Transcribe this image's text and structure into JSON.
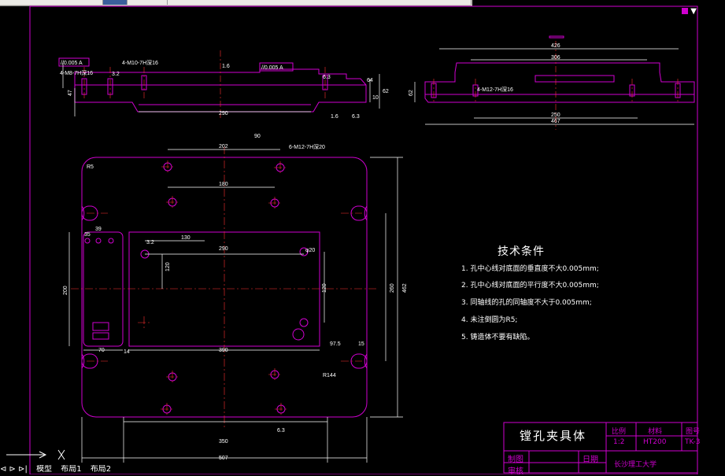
{
  "window": {
    "corner_icons": "▼",
    "tab_bar": [
      "模型",
      "布局1",
      "布局2"
    ]
  },
  "colors": {
    "background": "#000000",
    "border": "#d000d0",
    "geometry": "#ffffff",
    "centerline": "#ff3030",
    "dimension": "#ffffff"
  },
  "drawing": {
    "top_view": {
      "callouts": [
        "//0.005 A",
        "4-M8-7H深16",
        "4-M10-7H深16",
        "//0.005 A"
      ],
      "dims": [
        "290",
        "47",
        "10",
        "62",
        "64"
      ],
      "roughness": [
        "3.2",
        "1.6",
        "6.3",
        "1.6",
        "6.3"
      ]
    },
    "side_view": {
      "dims": [
        "426",
        "306",
        "250",
        "467",
        "62"
      ],
      "callouts": [
        "4-M12-7H深16"
      ]
    },
    "main_view": {
      "dims": [
        "202",
        "180",
        "130",
        "290",
        "390",
        "14",
        "70",
        "35",
        "39",
        "200",
        "462",
        "260",
        "120",
        "97.5",
        "15",
        "350",
        "507",
        "90",
        "R5"
      ],
      "callouts": [
        "6-M12-7H深20",
        "R144",
        "φ20"
      ],
      "roughness": [
        "6.3",
        "3.2"
      ]
    }
  },
  "tech": {
    "title": "技术条件",
    "items": [
      "1. 孔中心线对底面的垂直度不大0.005mm;",
      "2. 孔中心线对底面的平行度不大0.005mm;",
      "3. 同轴线的孔的同轴度不大于0.005mm;",
      "4. 未注倒圆为R5;",
      "5. 铸造体不要有缺陷。"
    ]
  },
  "title_block": {
    "name": "镗孔夹具体",
    "headers": [
      "比例",
      "材料",
      "图号"
    ],
    "values": [
      "1:2",
      "HT200",
      "TK-3"
    ],
    "row_labels": [
      "制图",
      "审核"
    ],
    "date_label": "日期",
    "school": "长沙理工大学"
  }
}
